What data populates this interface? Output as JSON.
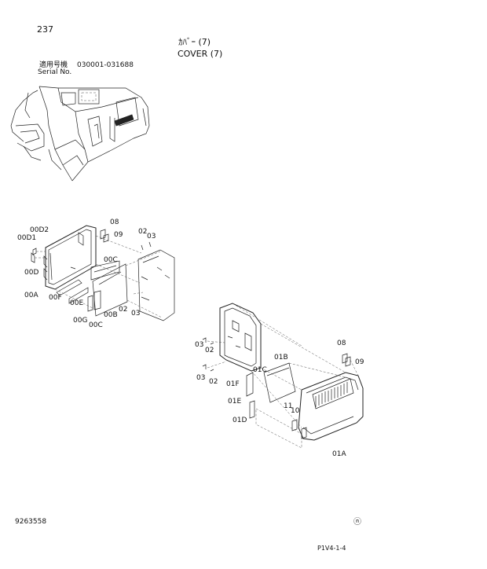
{
  "header": {
    "page_number": "237",
    "title_jp": "ｶﾊﾞｰ (7)",
    "title_en": "COVER (7)",
    "serial_label_jp": "適用号機",
    "serial_label_en": "Serial No.",
    "serial_range": "030001-031688"
  },
  "footer": {
    "document_number": "9263558",
    "circle_mark": "ⓝ",
    "page_code": "P1V4-1-4"
  },
  "left_assembly_labels": [
    "00D2",
    "00D1",
    "00D",
    "00A",
    "00F",
    "00E",
    "00G",
    "00C",
    "00C",
    "00B",
    "08",
    "09",
    "02",
    "03",
    "02",
    "03"
  ],
  "right_assembly_labels": [
    "03",
    "02",
    "03",
    "02",
    "01C",
    "01B",
    "01F",
    "01E",
    "01D",
    "11",
    "10",
    "08",
    "09",
    "01A"
  ]
}
